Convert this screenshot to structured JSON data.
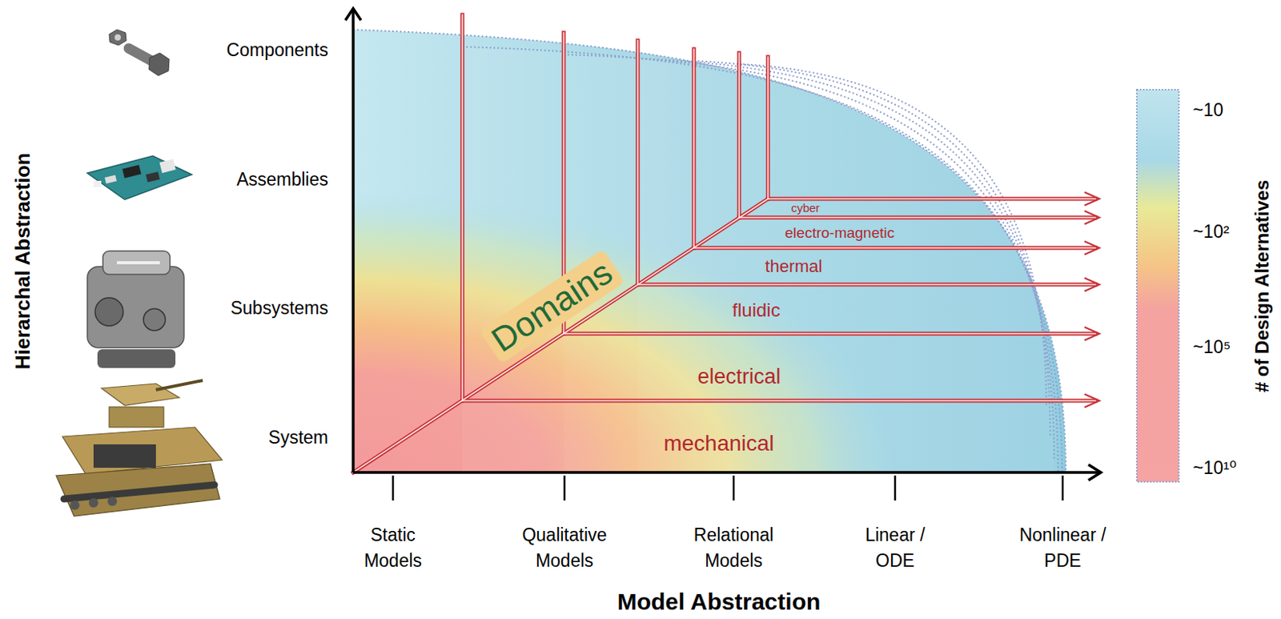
{
  "diagram": {
    "labels": [
      "Components",
      "Assemblies",
      "Subsystems",
      "System",
      "Hierarchal Abstraction",
      "Domains",
      "cyber",
      "electro-magnetic",
      "thermal",
      "fluidic",
      "electrical",
      "mechanical",
      "~10",
      "~10²",
      "~10⁵",
      "~10¹⁰",
      "# of Design Alternatives",
      "Static Models",
      "Qualitative Models",
      "Relational Models",
      "Linear / ODE",
      "Nonlinear / PDE",
      "Model Abstraction"
    ]
  }
}
